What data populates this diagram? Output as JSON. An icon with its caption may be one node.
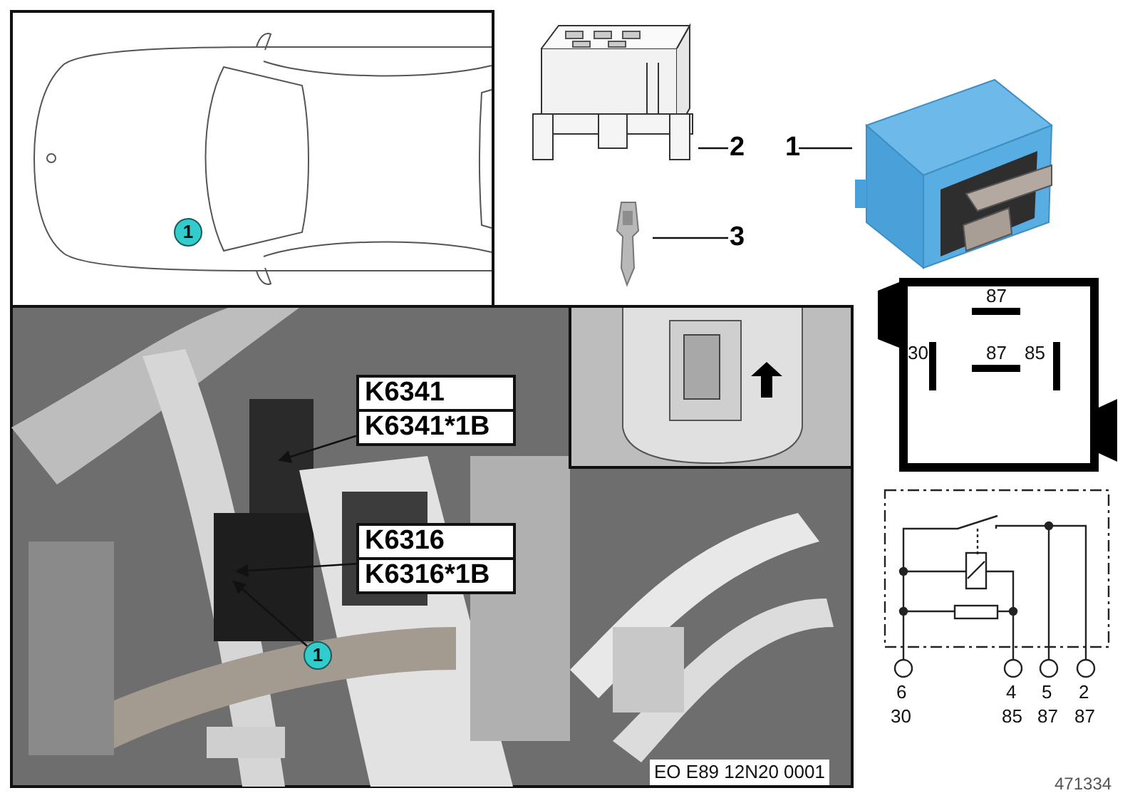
{
  "diagram": {
    "nodes": [
      {
        "text": [
          "1"
        ]
      },
      {
        "text": [],
        "shape": "picture"
      },
      {
        "text": [
          "2"
        ]
      },
      {
        "text": [],
        "shape": "picture"
      },
      {
        "text": [
          "3"
        ]
      },
      {
        "text": [
          "1"
        ]
      },
      {
        "text": [],
        "shape": "picture"
      },
      {
        "text": [
          "K6341",
          "K6341*1B"
        ]
      },
      {
        "text": [
          "K6316",
          "K6316*1B"
        ]
      },
      {
        "text": [
          "1"
        ]
      }
    ],
    "edges": [
      {
        "from": 2,
        "to": 1,
        "arrow": "none"
      },
      {
        "from": 4,
        "to": 3,
        "arrow": "none"
      },
      {
        "from": 5,
        "to": 6,
        "arrow": "none"
      },
      {
        "from": 7,
        "to": null,
        "arrow": "to"
      },
      {
        "from": 8,
        "to": null,
        "arrow": "to"
      },
      {
        "from": 9,
        "to": null,
        "arrow": "to"
      }
    ],
    "labels": [
      "87",
      "30",
      "87",
      "85",
      "6",
      "4",
      "5",
      "2",
      "30",
      "85",
      "87",
      "87",
      "EO E89 12N20 0001",
      "471334"
    ]
  }
}
